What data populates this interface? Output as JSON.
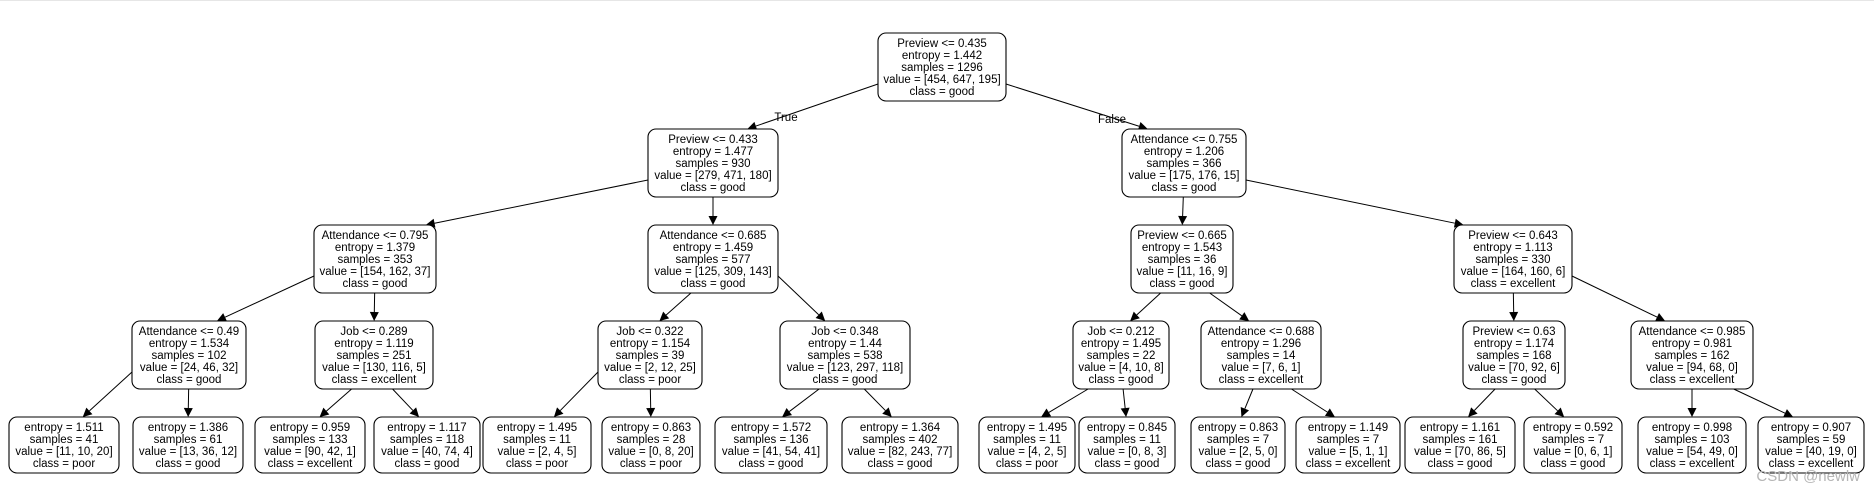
{
  "tree": {
    "edge_labels": {
      "true": "True",
      "false": "False"
    },
    "nodes": [
      {
        "id": "n0",
        "lines": [
          "Preview <= 0.435",
          "entropy = 1.442",
          "samples = 1296",
          "value = [454, 647, 195]",
          "class = good"
        ]
      },
      {
        "id": "n1",
        "lines": [
          "Preview <= 0.433",
          "entropy = 1.477",
          "samples = 930",
          "value = [279, 471, 180]",
          "class = good"
        ]
      },
      {
        "id": "n2",
        "lines": [
          "Attendance <= 0.755",
          "entropy = 1.206",
          "samples = 366",
          "value = [175, 176, 15]",
          "class = good"
        ]
      },
      {
        "id": "n3",
        "lines": [
          "Attendance <= 0.795",
          "entropy = 1.379",
          "samples = 353",
          "value = [154, 162, 37]",
          "class = good"
        ]
      },
      {
        "id": "n4",
        "lines": [
          "Attendance <= 0.685",
          "entropy = 1.459",
          "samples = 577",
          "value = [125, 309, 143]",
          "class = good"
        ]
      },
      {
        "id": "n5",
        "lines": [
          "Preview <= 0.665",
          "entropy = 1.543",
          "samples = 36",
          "value = [11, 16, 9]",
          "class = good"
        ]
      },
      {
        "id": "n6",
        "lines": [
          "Preview <= 0.643",
          "entropy = 1.113",
          "samples = 330",
          "value = [164, 160, 6]",
          "class = excellent"
        ]
      },
      {
        "id": "n7",
        "lines": [
          "Attendance <= 0.49",
          "entropy = 1.534",
          "samples = 102",
          "value = [24, 46, 32]",
          "class = good"
        ]
      },
      {
        "id": "n8",
        "lines": [
          "Job <= 0.289",
          "entropy = 1.119",
          "samples = 251",
          "value = [130, 116, 5]",
          "class = excellent"
        ]
      },
      {
        "id": "n9",
        "lines": [
          "Job <= 0.322",
          "entropy = 1.154",
          "samples = 39",
          "value = [2, 12, 25]",
          "class = poor"
        ]
      },
      {
        "id": "n10",
        "lines": [
          "Job <= 0.348",
          "entropy = 1.44",
          "samples = 538",
          "value = [123, 297, 118]",
          "class = good"
        ]
      },
      {
        "id": "n11",
        "lines": [
          "Job <= 0.212",
          "entropy = 1.495",
          "samples = 22",
          "value = [4, 10, 8]",
          "class = good"
        ]
      },
      {
        "id": "n12",
        "lines": [
          "Attendance <= 0.688",
          "entropy = 1.296",
          "samples = 14",
          "value = [7, 6, 1]",
          "class = excellent"
        ]
      },
      {
        "id": "n13",
        "lines": [
          "Preview <= 0.63",
          "entropy = 1.174",
          "samples = 168",
          "value = [70, 92, 6]",
          "class = good"
        ]
      },
      {
        "id": "n14",
        "lines": [
          "Attendance <= 0.985",
          "entropy = 0.981",
          "samples = 162",
          "value = [94, 68, 0]",
          "class = excellent"
        ]
      },
      {
        "id": "n15",
        "lines": [
          "entropy = 1.511",
          "samples = 41",
          "value = [11, 10, 20]",
          "class = poor"
        ]
      },
      {
        "id": "n16",
        "lines": [
          "entropy = 1.386",
          "samples = 61",
          "value = [13, 36, 12]",
          "class = good"
        ]
      },
      {
        "id": "n17",
        "lines": [
          "entropy = 0.959",
          "samples = 133",
          "value = [90, 42, 1]",
          "class = excellent"
        ]
      },
      {
        "id": "n18",
        "lines": [
          "entropy = 1.117",
          "samples = 118",
          "value = [40, 74, 4]",
          "class = good"
        ]
      },
      {
        "id": "n19",
        "lines": [
          "entropy = 1.495",
          "samples = 11",
          "value = [2, 4, 5]",
          "class = poor"
        ]
      },
      {
        "id": "n20",
        "lines": [
          "entropy = 0.863",
          "samples = 28",
          "value = [0, 8, 20]",
          "class = poor"
        ]
      },
      {
        "id": "n21",
        "lines": [
          "entropy = 1.572",
          "samples = 136",
          "value = [41, 54, 41]",
          "class = good"
        ]
      },
      {
        "id": "n22",
        "lines": [
          "entropy = 1.364",
          "samples = 402",
          "value = [82, 243, 77]",
          "class = good"
        ]
      },
      {
        "id": "n23",
        "lines": [
          "entropy = 1.495",
          "samples = 11",
          "value = [4, 2, 5]",
          "class = poor"
        ]
      },
      {
        "id": "n24",
        "lines": [
          "entropy = 0.845",
          "samples = 11",
          "value = [0, 8, 3]",
          "class = good"
        ]
      },
      {
        "id": "n25",
        "lines": [
          "entropy = 0.863",
          "samples = 7",
          "value = [2, 5, 0]",
          "class = good"
        ]
      },
      {
        "id": "n26",
        "lines": [
          "entropy = 1.149",
          "samples = 7",
          "value = [5, 1, 1]",
          "class = excellent"
        ]
      },
      {
        "id": "n27",
        "lines": [
          "entropy = 1.161",
          "samples = 161",
          "value = [70, 86, 5]",
          "class = good"
        ]
      },
      {
        "id": "n28",
        "lines": [
          "entropy = 0.592",
          "samples = 7",
          "value = [0, 6, 1]",
          "class = good"
        ]
      },
      {
        "id": "n29",
        "lines": [
          "entropy = 0.998",
          "samples = 103",
          "value = [54, 49, 0]",
          "class = excellent"
        ]
      },
      {
        "id": "n30",
        "lines": [
          "entropy = 0.907",
          "samples = 59",
          "value = [40, 19, 0]",
          "class = excellent"
        ]
      }
    ],
    "edges": [
      [
        "n0",
        "n1"
      ],
      [
        "n0",
        "n2"
      ],
      [
        "n1",
        "n3"
      ],
      [
        "n1",
        "n4"
      ],
      [
        "n2",
        "n5"
      ],
      [
        "n2",
        "n6"
      ],
      [
        "n3",
        "n7"
      ],
      [
        "n3",
        "n8"
      ],
      [
        "n4",
        "n9"
      ],
      [
        "n4",
        "n10"
      ],
      [
        "n5",
        "n11"
      ],
      [
        "n5",
        "n12"
      ],
      [
        "n6",
        "n13"
      ],
      [
        "n6",
        "n14"
      ],
      [
        "n7",
        "n15"
      ],
      [
        "n7",
        "n16"
      ],
      [
        "n8",
        "n17"
      ],
      [
        "n8",
        "n18"
      ],
      [
        "n9",
        "n19"
      ],
      [
        "n9",
        "n20"
      ],
      [
        "n10",
        "n21"
      ],
      [
        "n10",
        "n22"
      ],
      [
        "n11",
        "n23"
      ],
      [
        "n11",
        "n24"
      ],
      [
        "n12",
        "n25"
      ],
      [
        "n12",
        "n26"
      ],
      [
        "n13",
        "n27"
      ],
      [
        "n13",
        "n28"
      ],
      [
        "n14",
        "n29"
      ],
      [
        "n14",
        "n30"
      ]
    ]
  },
  "watermark": "CSDN @newlw"
}
